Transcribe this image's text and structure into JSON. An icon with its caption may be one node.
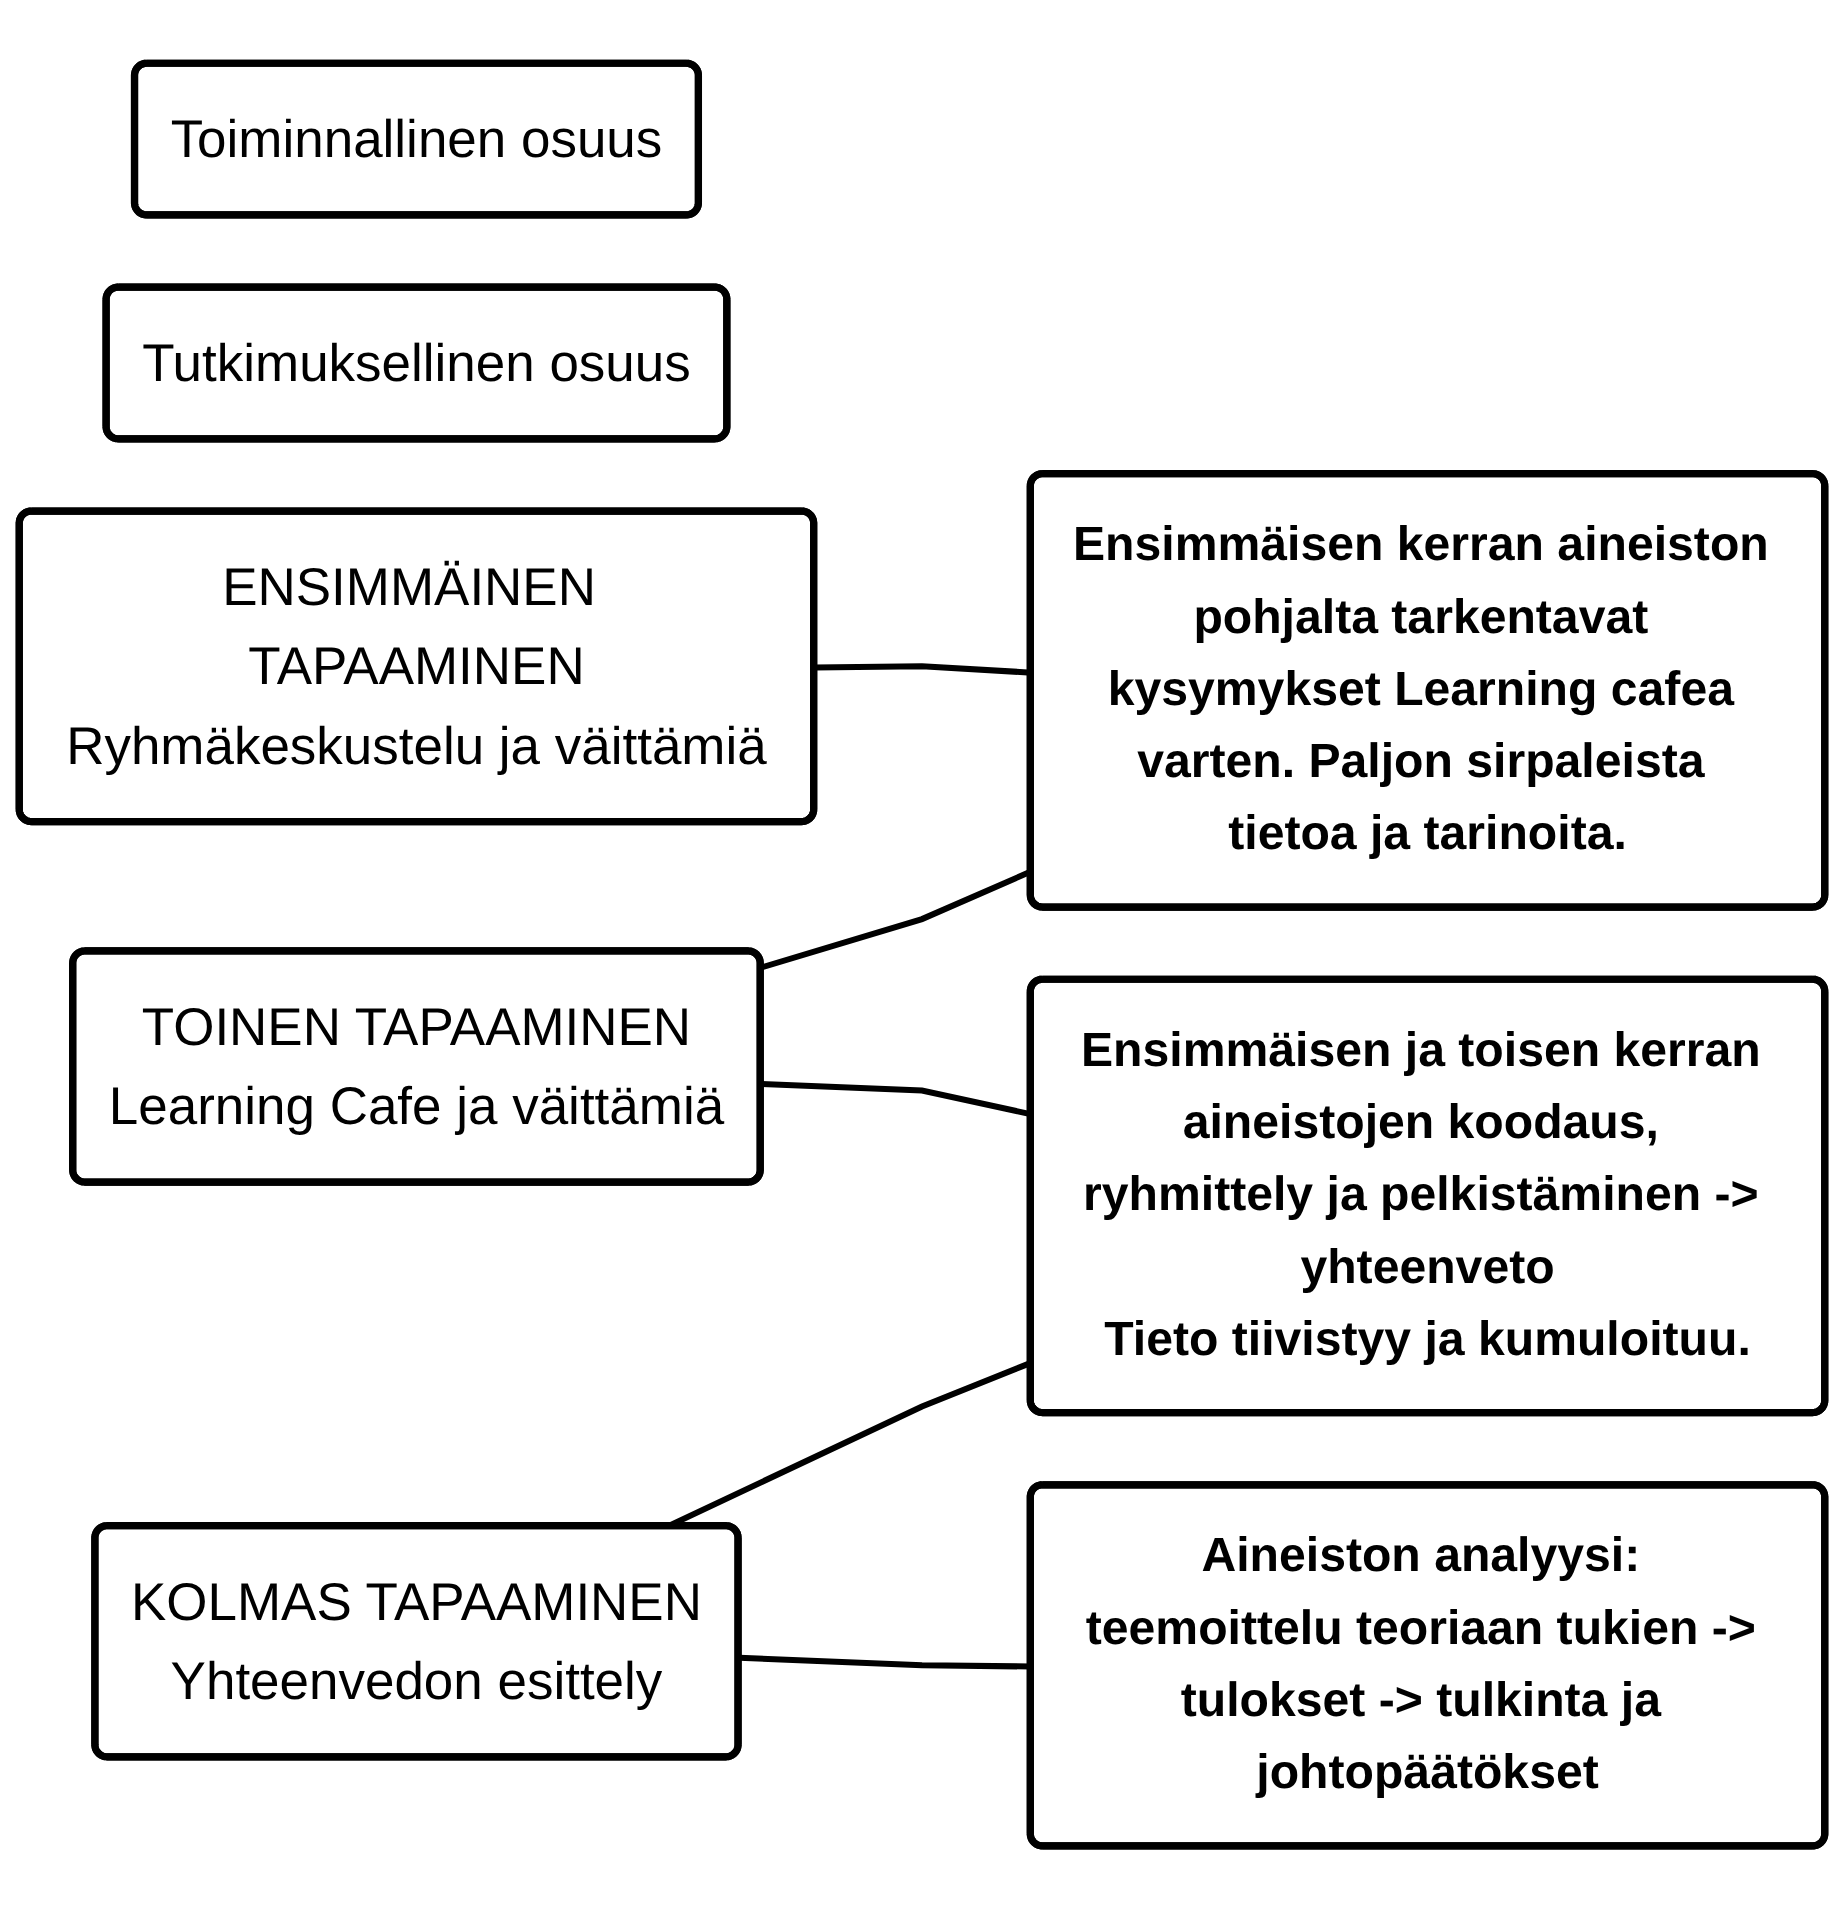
{
  "diagram": {
    "nodes": [
      {
        "text": [
          "Toiminnallinen osuus"
        ]
      },
      {
        "text": [
          "Tutkimuksellinen osuus"
        ]
      },
      {
        "text": [
          "ENSIMMÄINEN TAPAAMINEN",
          "Ryhmäkeskustelu ja väittämiä"
        ]
      },
      {
        "text": [
          "Ensimmäisen kerran aineiston pohjalta tarkentavat kysymykset Learning cafea varten. Paljon sirpaleista tietoa ja tarinoita."
        ]
      },
      {
        "text": [
          "TOINEN TAPAAMINEN",
          "Learning Cafe ja väittämiä"
        ]
      },
      {
        "text": [
          "Ensimmäisen ja toisen kerran aineistojen koodaus, ryhmittely ja pelkistäminen -> yhteenveto",
          "Tieto tiivistyy ja kumuloituu."
        ]
      },
      {
        "text": [
          "KOLMAS TAPAAMINEN",
          "Yhteenvedon esittely"
        ]
      },
      {
        "text": [
          "Aineiston analyysi: teemoittelu teoriaan tukien -> tulokset -> tulkinta ja johtopäätökset"
        ]
      }
    ],
    "edges": [
      {
        "from": 2,
        "to": 3,
        "arrow": "none"
      },
      {
        "from": 4,
        "to": 3,
        "arrow": "none"
      },
      {
        "from": 4,
        "to": 5,
        "arrow": "none"
      },
      {
        "from": 6,
        "to": 5,
        "arrow": "none"
      },
      {
        "from": 6,
        "to": 7,
        "arrow": "none"
      }
    ]
  }
}
